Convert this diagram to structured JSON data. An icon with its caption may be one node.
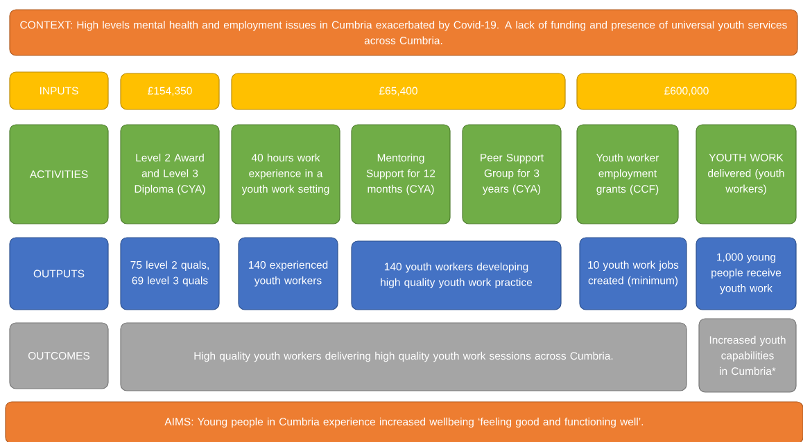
{
  "diagram": {
    "nodes": [
      {
        "text": [
          "CONTEXT: High levels mental health and employment issues in Cumbria exacerbated by Covid-19. A lack of funding and presence of universal youth services across Cumbria."
        ]
      },
      {
        "text": [
          "INPUTS"
        ]
      },
      {
        "text": [
          "£154,350"
        ]
      },
      {
        "text": [
          "£65,400"
        ]
      },
      {
        "text": [
          "£600,000"
        ]
      },
      {
        "text": [
          "ACTIVITIES"
        ]
      },
      {
        "text": [
          "Level 2 Award and Level 3 Diploma (CYA)"
        ]
      },
      {
        "text": [
          "40 hours work experience in a youth work setting"
        ]
      },
      {
        "text": [
          "Mentoring Support for 12 months (CYA)"
        ]
      },
      {
        "text": [
          "Peer Support Group for 3 years (CYA)"
        ]
      },
      {
        "text": [
          "Youth worker employment grants (CCF)"
        ]
      },
      {
        "text": [
          "YOUTH WORK delivered (youth workers)"
        ]
      },
      {
        "text": [
          "OUTPUTS"
        ]
      },
      {
        "text": [
          "75 level 2 quals, 69 level 3 quals"
        ]
      },
      {
        "text": [
          "140 experienced youth workers"
        ]
      },
      {
        "text": [
          "140 youth workers developing high quality youth work practice"
        ]
      },
      {
        "text": [
          "10 youth work jobs created (minimum)"
        ]
      },
      {
        "text": [
          "1,000 young people receive youth work"
        ]
      },
      {
        "text": [
          "OUTCOMES"
        ]
      },
      {
        "text": [
          "High quality youth workers delivering high quality youth work sessions across Cumbria."
        ]
      },
      {
        "text": [
          "Increased youth capabilities in Cumbria*"
        ]
      },
      {
        "text": [
          "AIMS: Young people in Cumbria experience increased wellbeing ‘feeling good and functioning well’."
        ]
      }
    ]
  }
}
